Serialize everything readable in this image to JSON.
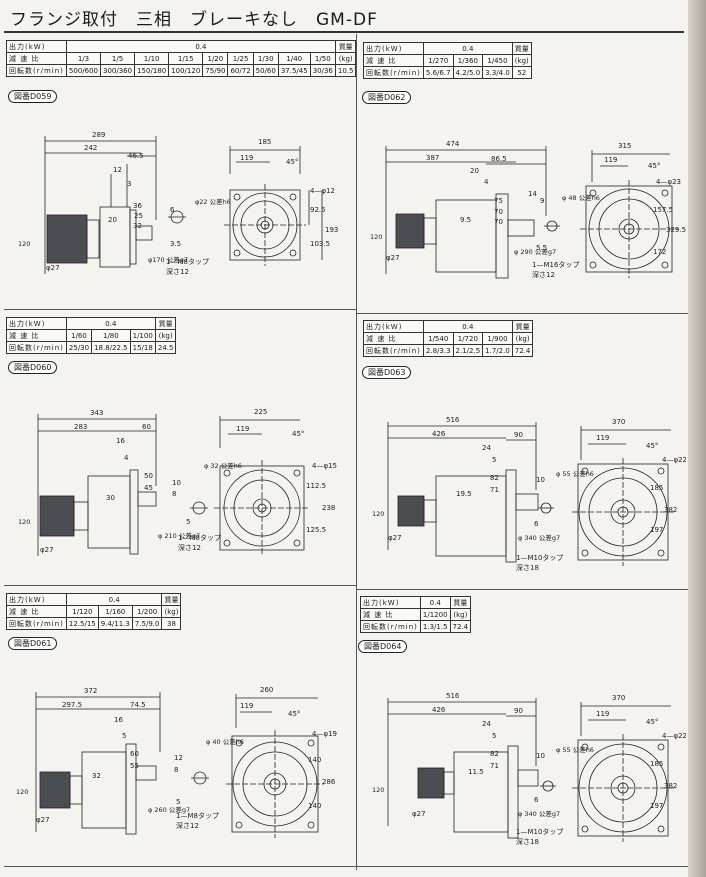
{
  "page_title": "フランジ取付　三相　ブレーキなし　GM-DF",
  "row_labels": {
    "output": "出力(kW)",
    "ratio": "減 速 比",
    "speed": "回転数(r/min)",
    "mass": "質量",
    "mass_unit": "(kg)"
  },
  "panels": {
    "d059": {
      "badge": "図番D059",
      "power": "0.4",
      "mass": "10.5",
      "ratios": [
        "1/3",
        "1/5",
        "1/10",
        "1/15",
        "1/20",
        "1/25",
        "1/30",
        "1/40",
        "1/50"
      ],
      "speeds": [
        "500/600",
        "300/360",
        "150/180",
        "100/120",
        "75/90",
        "60/72",
        "50/60",
        "37.5/45",
        "30/36"
      ],
      "dims": {
        "d1": "289",
        "d2": "242",
        "d3": "46.5",
        "d4": "185",
        "d5": "119",
        "d6": "45°",
        "d7": "4—φ12",
        "d8": "12",
        "d9": "3",
        "d10": "36",
        "d11": "20",
        "d12": "25",
        "d13": "32",
        "d14": "120",
        "d15": "φ27",
        "d16": "6",
        "d17": "3.5",
        "d18": "φ170 公差g7",
        "d19": "φ22 公差h6",
        "d20": "92.5",
        "d21": "103.5",
        "d22": "193",
        "d23": "1—M8タップ",
        "d24": "深さ12"
      }
    },
    "d062": {
      "badge": "図番D062",
      "power": "0.4",
      "mass": "52",
      "ratios": [
        "1/270",
        "1/360",
        "1/450"
      ],
      "speeds": [
        "5.6/6.7",
        "4.2/5.0",
        "3.3/4.0"
      ],
      "dims": {
        "d1": "474",
        "d2": "387",
        "d3": "86.5",
        "d4": "315",
        "d5": "119",
        "d6": "45°",
        "d7": "4—φ23",
        "d8": "20",
        "d9": "4",
        "d10": "75",
        "d11": "70",
        "d12": "70",
        "d13": "14",
        "d14": "120",
        "d15": "φ27",
        "d16": "9",
        "d17": "5.5",
        "d18": "φ 290 公差g7",
        "d19": "φ 48 公差h6",
        "d20": "157.5",
        "d21": "172",
        "d22": "329.5",
        "d23": "1—M16タップ",
        "d24": "深さ12",
        "d25": "9.5"
      }
    },
    "d060": {
      "badge": "図番D060",
      "power": "0.4",
      "mass": "24.5",
      "ratios": [
        "1/60",
        "1/80",
        "1/100"
      ],
      "speeds": [
        "25/30",
        "18.8/22.5",
        "15/18"
      ],
      "dims": {
        "d1": "343",
        "d2": "283",
        "d3": "60",
        "d4": "225",
        "d5": "119",
        "d6": "45°",
        "d7": "4—φ15",
        "d8": "16",
        "d9": "4",
        "d10": "50",
        "d11": "45",
        "d12": "30",
        "d13": "120",
        "d14": "φ27",
        "d15": "10",
        "d16": "8",
        "d17": "5",
        "d18": "φ 210 公差g7",
        "d19": "φ 32 公差h6",
        "d20": "112.5",
        "d21": "125.5",
        "d22": "238",
        "d23": "1—M8タップ",
        "d24": "深さ12"
      }
    },
    "d063": {
      "badge": "図番D063",
      "power": "0.4",
      "mass": "72.4",
      "ratios": [
        "1/540",
        "1/720",
        "1/900"
      ],
      "speeds": [
        "2.8/3.3",
        "2.1/2.5",
        "1.7/2.0"
      ],
      "dims": {
        "d1": "516",
        "d2": "426",
        "d3": "90",
        "d4": "370",
        "d5": "119",
        "d6": "45°",
        "d7": "4—φ22",
        "d8": "24",
        "d9": "5",
        "d10": "82",
        "d11": "71",
        "d12": "19.5",
        "d13": "120",
        "d14": "φ27",
        "d15": "10",
        "d16": "6",
        "d17": "φ 340 公差g7",
        "d18": "φ 55 公差h6",
        "d19": "185",
        "d20": "197",
        "d21": "382",
        "d22": "1—M10タップ",
        "d23": "深さ18"
      }
    },
    "d061": {
      "badge": "図番D061",
      "power": "0.4",
      "mass": "38",
      "ratios": [
        "1/120",
        "1/160",
        "1/200"
      ],
      "speeds": [
        "12.5/15",
        "9.4/11.3",
        "7.5/9.0"
      ],
      "dims": {
        "d1": "372",
        "d2": "297.5",
        "d3": "74.5",
        "d4": "260",
        "d5": "119",
        "d6": "45°",
        "d7": "4—φ19",
        "d8": "16",
        "d9": "5",
        "d10": "60",
        "d11": "55",
        "d12": "32",
        "d13": "120",
        "d14": "φ27",
        "d15": "12",
        "d16": "8",
        "d17": "5",
        "d18": "φ 260 公差g7",
        "d19": "φ 40 公差h6",
        "d20": "140",
        "d21": "140",
        "d22": "286",
        "d23": "1—M8タップ",
        "d24": "深さ12"
      }
    },
    "d064": {
      "badge": "図番D064",
      "power": "0.4",
      "mass": "72.4",
      "ratios": [
        "1/1200"
      ],
      "speeds": [
        "1.3/1.5"
      ],
      "dims": {
        "d1": "516",
        "d2": "426",
        "d3": "90",
        "d4": "370",
        "d5": "119",
        "d6": "45°",
        "d7": "4—φ22",
        "d8": "24",
        "d9": "5",
        "d10": "82",
        "d11": "71",
        "d12": "11.5",
        "d13": "120",
        "d14": "φ27",
        "d15": "10",
        "d16": "6",
        "d17": "φ 340 公差g7",
        "d18": "φ 55 公差h6",
        "d19": "185",
        "d20": "197",
        "d21": "382",
        "d22": "1—M10タップ",
        "d23": "深さ18"
      }
    }
  },
  "colors": {
    "paper": "#f4f3ef",
    "ink": "#1a1a1a",
    "motor": "#4a4d52"
  }
}
